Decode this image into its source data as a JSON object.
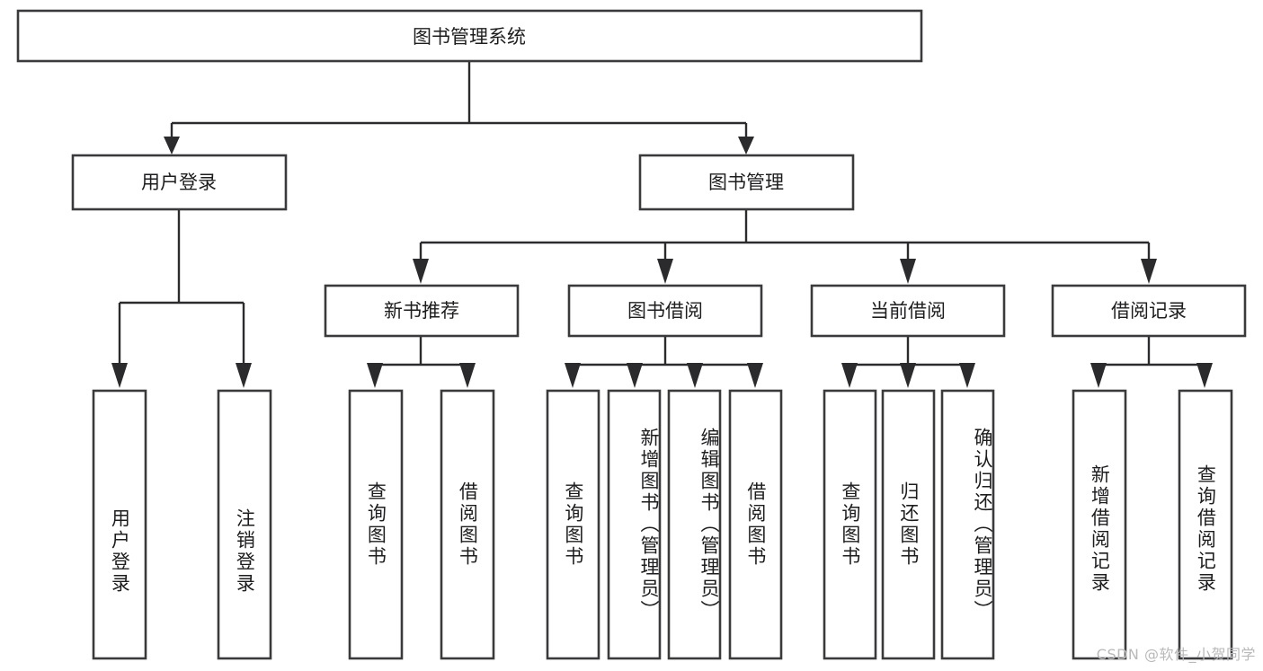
{
  "diagram": {
    "title": "图书管理系统",
    "type": "tree-hierarchy-diagram",
    "orientation": "top-down",
    "colors": {
      "box_fill": "#ffffff",
      "box_stroke": "#3a3a3c",
      "connector": "#2b2b2d",
      "text": "#1d1d1f",
      "watermark": "#b9b9bb",
      "background": "#ffffff"
    },
    "root": {
      "id": "root",
      "label": "图书管理系统"
    },
    "level2": [
      {
        "id": "user-login",
        "label": "用户登录"
      },
      {
        "id": "book-manage",
        "label": "图书管理"
      }
    ],
    "level3": [
      {
        "id": "new-book-recommend",
        "label": "新书推荐",
        "parent": "book-manage"
      },
      {
        "id": "book-borrow",
        "label": "图书借阅",
        "parent": "book-manage"
      },
      {
        "id": "current-borrow",
        "label": "当前借阅",
        "parent": "book-manage"
      },
      {
        "id": "borrow-record",
        "label": "借阅记录",
        "parent": "book-manage"
      }
    ],
    "leaves": [
      {
        "id": "leaf-user-login",
        "label": "用户登录",
        "parent": "user-login"
      },
      {
        "id": "leaf-logout-login",
        "label": "注销登录",
        "parent": "user-login"
      },
      {
        "id": "leaf-query-book-1",
        "label": "查询图书",
        "parent": "new-book-recommend"
      },
      {
        "id": "leaf-borrow-book-1",
        "label": "借阅图书",
        "parent": "new-book-recommend"
      },
      {
        "id": "leaf-query-book-2",
        "label": "查询图书",
        "parent": "book-borrow"
      },
      {
        "id": "leaf-add-book",
        "label": "新增图书（管理员）",
        "parent": "book-borrow"
      },
      {
        "id": "leaf-edit-book",
        "label": "编辑图书（管理员）",
        "parent": "book-borrow"
      },
      {
        "id": "leaf-borrow-book-2",
        "label": "借阅图书",
        "parent": "book-borrow"
      },
      {
        "id": "leaf-query-book-3",
        "label": "查询图书",
        "parent": "current-borrow"
      },
      {
        "id": "leaf-return-book",
        "label": "归还图书",
        "parent": "current-borrow"
      },
      {
        "id": "leaf-confirm-return",
        "label": "确认归还（管理员）",
        "parent": "current-borrow"
      },
      {
        "id": "leaf-add-record",
        "label": "新增借阅记录",
        "parent": "borrow-record"
      },
      {
        "id": "leaf-query-record",
        "label": "查询借阅记录",
        "parent": "borrow-record"
      }
    ]
  },
  "watermark": {
    "text": "CSDN @软件_小贺同学"
  }
}
